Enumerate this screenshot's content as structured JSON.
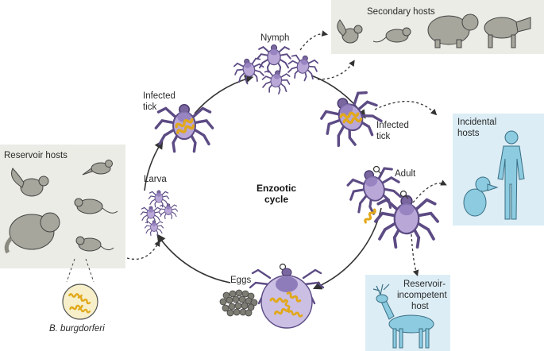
{
  "diagram": {
    "center_title_line1": "Enzootic",
    "center_title_line2": "cycle",
    "stages": {
      "nymph": "Nymph",
      "infected_tick_left_line1": "Infected",
      "infected_tick_left_line2": "tick",
      "infected_tick_right_line1": "Infected",
      "infected_tick_right_line2": "tick",
      "adult": "Adult",
      "larva": "Larva",
      "eggs": "Eggs"
    },
    "boxes": {
      "secondary_hosts": "Secondary hosts",
      "reservoir_hosts": "Reservoir hosts",
      "incidental_hosts_line1": "Incidental",
      "incidental_hosts_line2": "hosts",
      "reservoir_incompetent_line1": "Reservoir-",
      "reservoir_incompetent_line2": "incompetent",
      "reservoir_incompetent_line3": "host"
    },
    "pathogen_label": "B. burgdorferi"
  },
  "colors": {
    "host_box_grey": "#ecece6",
    "host_box_blue": "#dcedf5",
    "tick_purple": "#b9a7d8",
    "tick_dark": "#5c4b84",
    "bacteria": "#e1a81a",
    "mammal_grey": "#a6a69c",
    "human_blue": "#8ccbe0",
    "cycle_arrow": "#333333"
  }
}
